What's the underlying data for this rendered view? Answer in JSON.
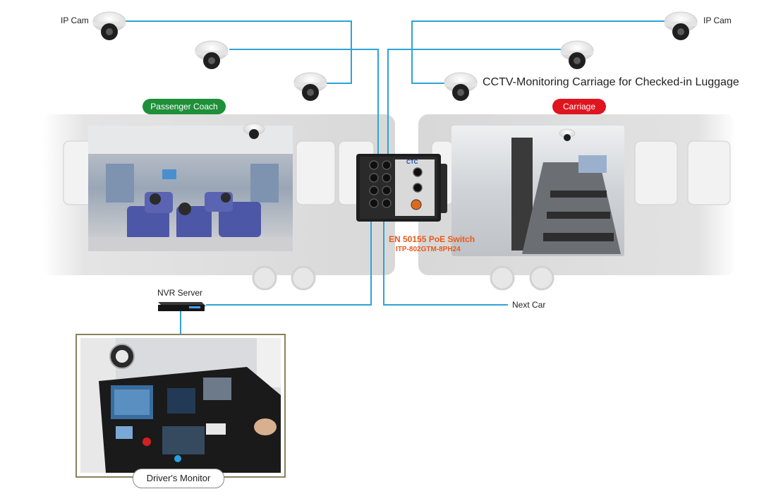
{
  "labels": {
    "ip_cam_left": "IP Cam",
    "ip_cam_right": "IP Cam",
    "cctv_title": "CCTV-Monitoring Carriage for Checked-in Luggage",
    "passenger_coach": "Passenger Coach",
    "carriage": "Carriage",
    "switch_title": "EN 50155 PoE Switch",
    "switch_model": "ITP-802GTM-8PH24",
    "nvr_server": "NVR Server",
    "next_car": "Next Car",
    "drivers_monitor": "Driver's Monitor",
    "switch_brand": "CTC"
  },
  "colors": {
    "link_line": "#2fa3d6",
    "passenger_pill": "#1f8f3a",
    "carriage_pill": "#e0141e",
    "switch_text": "#e85a1c"
  },
  "icons": {
    "camera": "dome-camera-icon",
    "switch": "poe-switch-icon",
    "nvr": "nvr-server-icon"
  }
}
